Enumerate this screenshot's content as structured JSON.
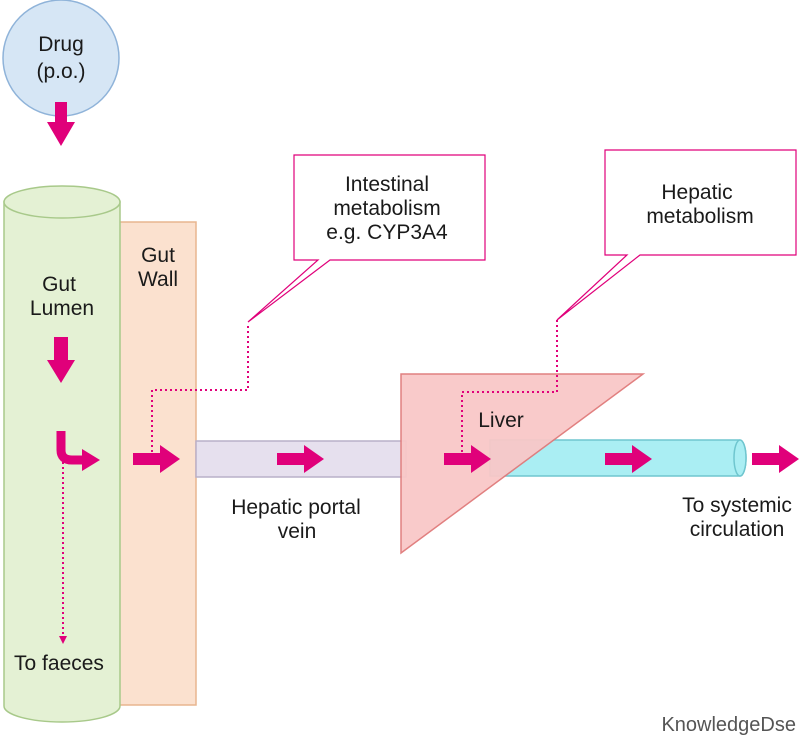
{
  "drug": {
    "line1": "Drug",
    "line2": "(p.o.)"
  },
  "gut_lumen": {
    "line1": "Gut",
    "line2": "Lumen"
  },
  "gut_wall": {
    "line1": "Gut",
    "line2": "Wall"
  },
  "to_faeces": "To faeces",
  "hepatic_portal_vein": {
    "line1": "Hepatic portal",
    "line2": "vein"
  },
  "liver": "Liver",
  "to_systemic": {
    "line1": "To systemic",
    "line2": "circulation"
  },
  "callout_intestinal": {
    "line1": "Intestinal",
    "line2": "metabolism",
    "line3": "e.g. CYP3A4"
  },
  "callout_hepatic": {
    "line1": "Hepatic",
    "line2": "metabolism"
  },
  "watermark": {
    "part1": "Knowledge",
    "part2": "D",
    "part3": "se"
  },
  "colors": {
    "arrow": "#e0007a",
    "drug_fill": "#d6e6f5",
    "drug_stroke": "#8fb3d9",
    "gut_lumen_fill": "#e4f1d4",
    "gut_lumen_stroke": "#a8c98a",
    "gut_wall_fill": "#fbe1cf",
    "gut_wall_stroke": "#e8b58f",
    "portal_vein_fill": "#e6e0ee",
    "portal_vein_stroke": "#b9b0c9",
    "liver_fill": "#f9c8c8",
    "liver_stroke": "#e07a7a",
    "systemic_fill": "#aaeef3",
    "systemic_stroke": "#6fc6cf"
  }
}
